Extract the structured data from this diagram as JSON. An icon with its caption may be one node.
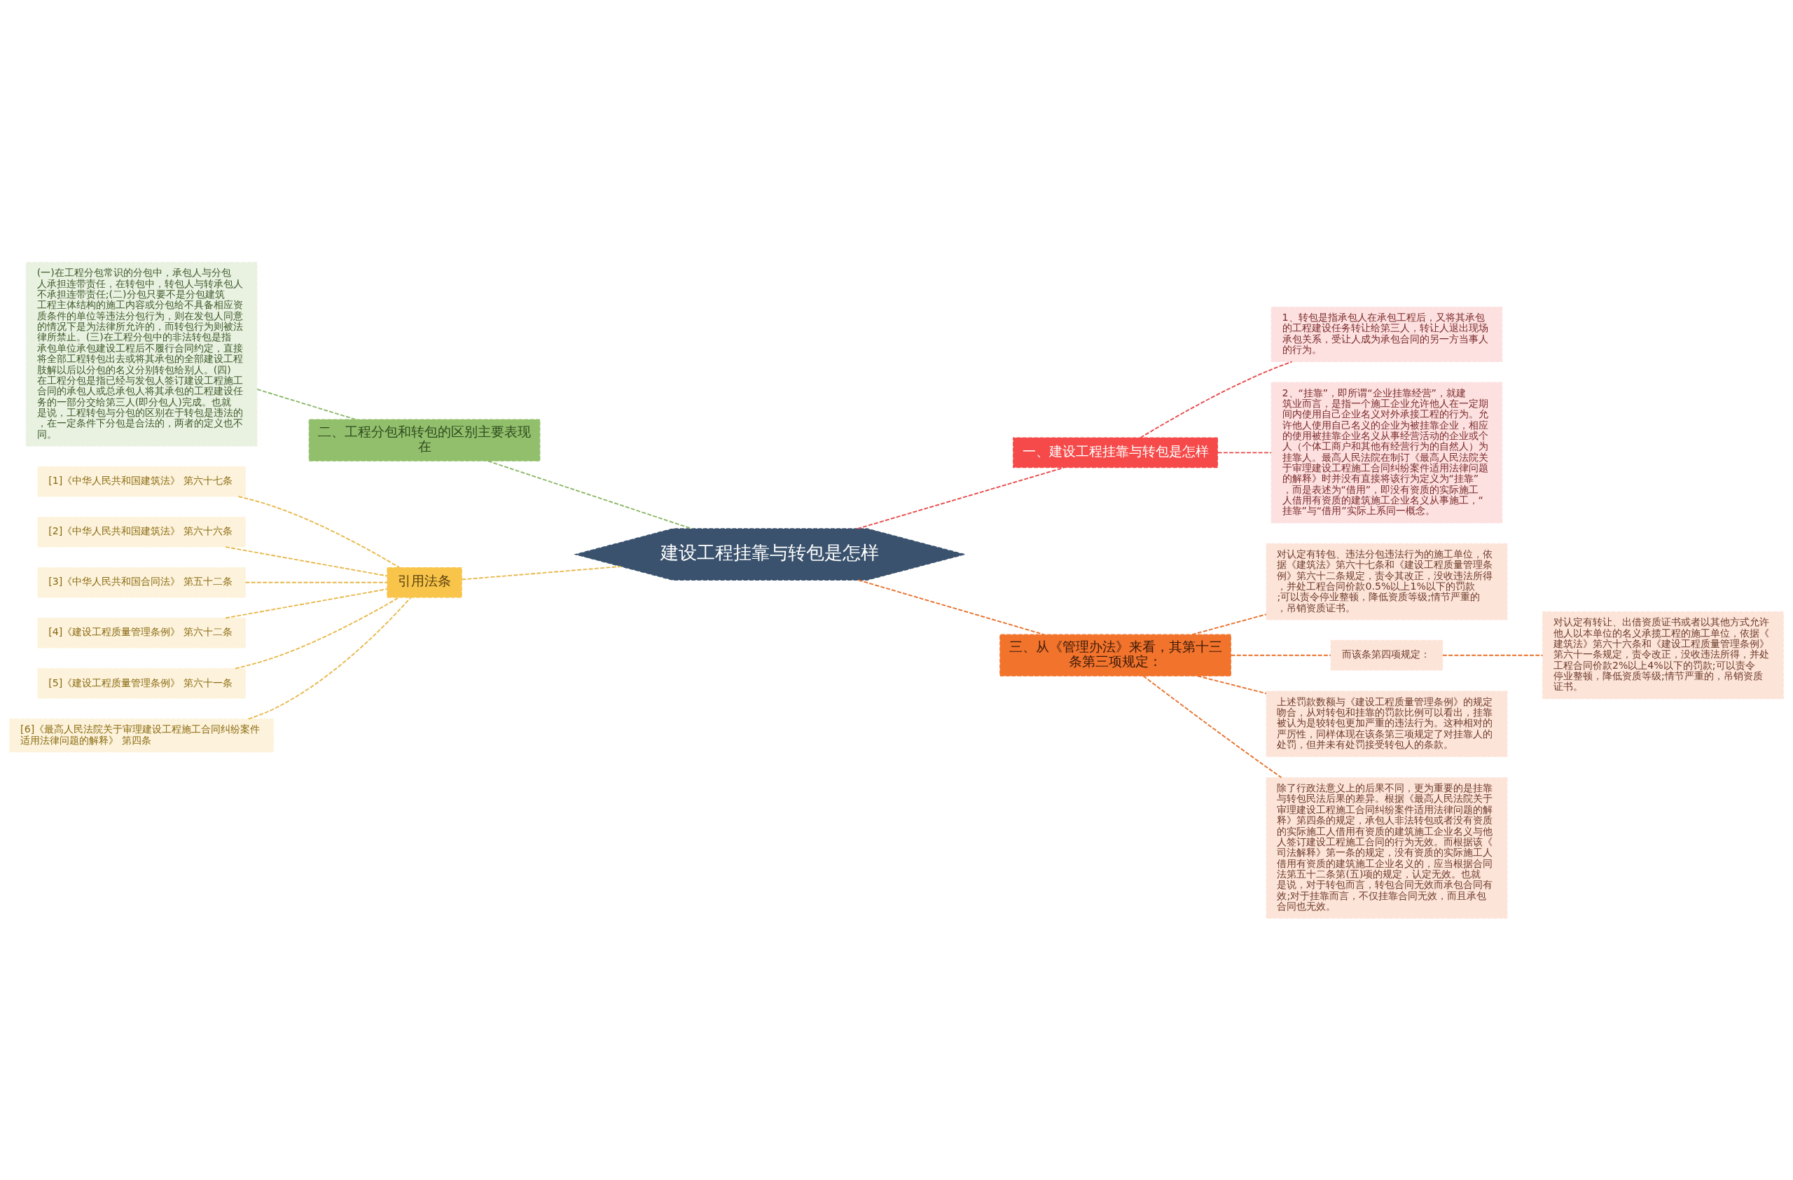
{
  "diagram": {
    "nodes": [
      {
        "text": [
          "建设工程挂靠与转包是怎样"
        ]
      },
      {
        "text": [
          "一、建设工程挂靠与转包是怎样"
        ]
      },
      {
        "text": [
          "1、转包是指承包人在承包工程后，又将其承包的工程建设任务转让给第三人，转让人退出现场承包关系，受让人成为承包合同的另一方当事人的行为。"
        ]
      },
      {
        "text": [
          "2、“挂靠”，即所谓“企业挂靠经营”，就建筑业而言，是指一个施工企业允许他人在一定期间内使用自己企业名义对外承接工程的行为。允许他人使用自己名义的企业为被挂靠企业，相应的使用被挂靠企业名义从事经营活动的企业或个人（个体工商户和其他有经营行为的自然人）为挂靠人。最高人民法院在制订《最高人民法院关于审理建设工程施工合同纠纷案件适用法律问题的解释》时并没有直接将该行为定义为“挂靠”，而是表述为“借用”，即没有资质的实际施工人借用有资质的建筑施工企业名义从事施工，“挂靠”与“借用”实际上系同一概念。"
        ]
      },
      {
        "text": [
          "二、工程分包和转包的区别主要表现在"
        ]
      },
      {
        "text": [
          "(一)在工程分包常识的分包中，承包人与分包人承担连带责任，在转包中，转包人与转承包人不承担连带责任;(二)分包只要不是分包建筑工程主体结构的施工内容或分包给不具备相应资质条件的单位等违法分包行为，则在发包人同意的情况下是为法律所允许的，而转包行为则被法律所禁止。(三)在工程分包中的非法转包是指承包单位承包建设工程后不履行合同约定，直接将全部工程转包出去或将其承包的全部建设工程肢解以后以分包的名义分别转包给别人。(四)在工程分包是指已经与发包人签订建设工程施工合同的承包人或总承包人将其承包的工程建设任务的一部分交给第三人(即分包人)完成。也就是说，工程转包与分包的区别在于转包是违法的，在一定条件下分包是合法的，两者的定义也不同。"
        ]
      },
      {
        "text": [
          "引用法条"
        ]
      },
      {
        "text": [
          "[1]《中华人民共和国建筑法》 第六十七条"
        ]
      },
      {
        "text": [
          "[2]《中华人民共和国建筑法》 第六十六条"
        ]
      },
      {
        "text": [
          "[3]《中华人民共和国合同法》 第五十二条"
        ]
      },
      {
        "text": [
          "[4]《建设工程质量管理条例》 第六十二条"
        ]
      },
      {
        "text": [
          "[5]《建设工程质量管理条例》 第六十一条"
        ]
      },
      {
        "text": [
          "[6]《最高人民法院关于审理建设工程施工合同纠纷案件适用法律问题的解释》 第四条"
        ]
      },
      {
        "text": [
          "三、从《管理办法》来看，其第十三条第三项规定："
        ]
      },
      {
        "text": [
          "对认定有转包、违法分包违法行为的施工单位，依据《建筑法》第六十七条和《建设工程质量管理条例》第六十二条规定，责令其改正，没收违法所得，并处工程合同价款0.5%以上1%以下的罚款;可以责令停业整顿，降低资质等级;情节严重的，吊销资质证书。"
        ]
      },
      {
        "text": [
          "而该条第四项规定："
        ]
      },
      {
        "text": [
          "对认定有转让、出借资质证书或者以其他方式允许他人以本单位的名义承揽工程的施工单位，依据《建筑法》第六十六条和《建设工程质量管理条例》第六十一条规定，责令改正，没收违法所得，并处工程合同价款2%以上4%以下的罚款;可以责令停业整顿，降低资质等级;情节严重的，吊销资质证书。"
        ]
      },
      {
        "text": [
          "上述罚款数额与《建设工程质量管理条例》的规定吻合，从对转包和挂靠的罚款比例可以看出，挂靠被认为是较转包更加严重的违法行为。这种相对的严厉性，同样体现在该条第三项规定了对挂靠人的处罚，但并未有处罚接受转包人的条款。"
        ]
      },
      {
        "text": [
          "除了行政法意义上的后果不同，更为重要的是挂靠与转包民法后果的差异。根据《最高人民法院关于审理建设工程施工合同纠纷案件适用法律问题的解释》第四条的规定，承包人非法转包或者没有资质的实际施工人借用有资质的建筑施工企业名义与他人签订建设工程施工合同的行为无效。而根据该《司法解释》第一条的规定，没有资质的实际施工人借用有资质的建筑施工企业名义的，应当根据合同法第五十二条第(五)项的规定，认定无效。也就是说，对于转包而言，转包合同无效而承包合同有效;对于挂靠而言，不仅挂靠合同无效，而且承包合同也无效。"
        ]
      }
    ],
    "edges": [
      {
        "from": 0,
        "to": 1,
        "arrow": "none",
        "style": "dashed",
        "color": "#e84a4a"
      },
      {
        "from": 1,
        "to": 2,
        "arrow": "none",
        "style": "dashed",
        "color": "#e84a4a"
      },
      {
        "from": 1,
        "to": 3,
        "arrow": "none",
        "style": "dashed",
        "color": "#e84a4a"
      },
      {
        "from": 0,
        "to": 4,
        "arrow": "none",
        "style": "dashed",
        "color": "#8cb86a"
      },
      {
        "from": 4,
        "to": 5,
        "arrow": "none",
        "style": "dashed",
        "color": "#8cb86a"
      },
      {
        "from": 0,
        "to": 6,
        "arrow": "none",
        "style": "dashed"
      },
      {
        "from": 6,
        "to": 7,
        "arrow": "none",
        "style": "dashed"
      },
      {
        "from": 6,
        "to": 8,
        "arrow": "none",
        "style": "dashed"
      },
      {
        "from": 6,
        "to": 9,
        "arrow": "none",
        "style": "dashed"
      },
      {
        "from": 6,
        "to": 10,
        "arrow": "none",
        "style": "dashed"
      },
      {
        "from": 6,
        "to": 11,
        "arrow": "none",
        "style": "dashed"
      },
      {
        "from": 6,
        "to": 12,
        "arrow": "none",
        "style": "dashed"
      },
      {
        "from": 0,
        "to": 13,
        "arrow": "none",
        "style": "dashed",
        "color": "#e8712c"
      },
      {
        "from": 13,
        "to": 14,
        "arrow": "none",
        "style": "dashed",
        "color": "#e8712c"
      },
      {
        "from": 13,
        "to": 15,
        "arrow": "none",
        "style": "dashed",
        "color": "#e8712c"
      },
      {
        "from": 15,
        "to": 16,
        "arrow": "none",
        "style": "dashed",
        "color": "#e8712c"
      },
      {
        "from": 13,
        "to": 17,
        "arrow": "none",
        "style": "dashed",
        "color": "#e8712c"
      },
      {
        "from": 13,
        "to": 18,
        "arrow": "none",
        "style": "dashed",
        "color": "#e8712c"
      }
    ]
  }
}
